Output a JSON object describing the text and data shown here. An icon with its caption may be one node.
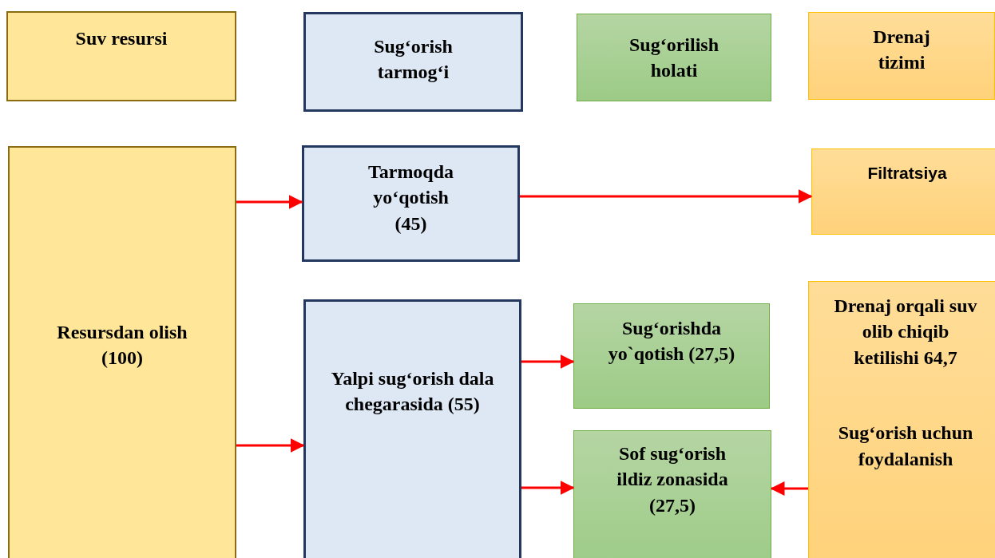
{
  "diagram": {
    "nodes": [
      {
        "text": [
          "Suv resursi"
        ]
      },
      {
        "text": [
          "Sugʻorish tarmogʻi"
        ]
      },
      {
        "text": [
          "Sugʻorilish holati"
        ]
      },
      {
        "text": [
          "Drenaj tizimi"
        ]
      },
      {
        "text": [
          "Resursdan olish (100)"
        ]
      },
      {
        "text": [
          "Tarmoqda yoʻqotish (45)"
        ]
      },
      {
        "text": [
          "Filtratsiya"
        ]
      },
      {
        "text": [
          "Yalpi sug‘orish dala chegarasida (55)"
        ]
      },
      {
        "text": [
          "Sug‘orishda yo`qotish (27,5)"
        ]
      },
      {
        "text": [
          "Sof sug‘orish ildiz zonasida (27,5)"
        ]
      },
      {
        "text": [
          "Drenaj orqali suv olib chiqib ketilishi 64,7",
          "Sug‘orish uchun foydalanish"
        ]
      }
    ],
    "edges": [
      {
        "from": 4,
        "to": 5,
        "arrow": "to",
        "color": "#ff0000"
      },
      {
        "from": 4,
        "to": 7,
        "arrow": "to",
        "color": "#ff0000"
      },
      {
        "from": 5,
        "to": 6,
        "arrow": "to",
        "color": "#ff0000"
      },
      {
        "from": 7,
        "to": 8,
        "arrow": "to",
        "color": "#ff0000"
      },
      {
        "from": 7,
        "to": 9,
        "arrow": "to",
        "color": "#ff0000"
      },
      {
        "from": 10,
        "to": 9,
        "arrow": "to",
        "color": "#ff0000"
      }
    ]
  }
}
